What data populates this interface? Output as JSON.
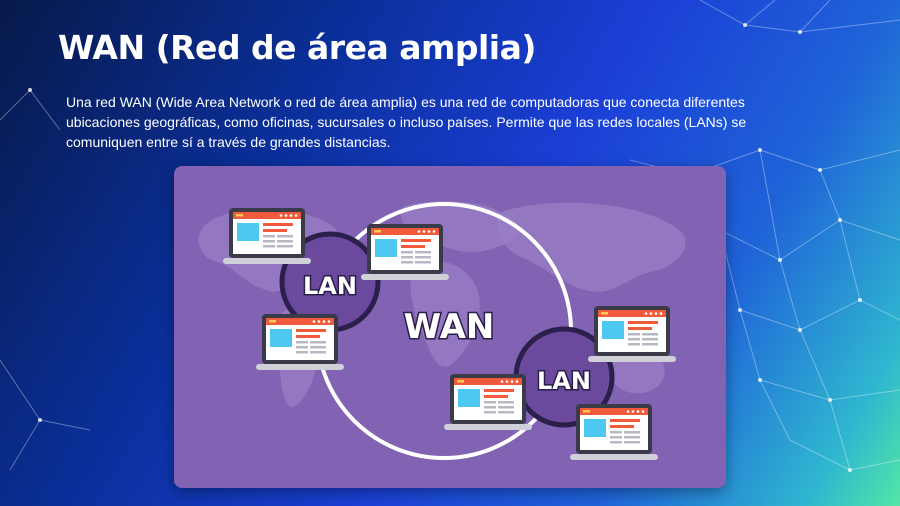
{
  "slide": {
    "title": "WAN (Red de área amplia)",
    "description": "Una red WAN (Wide Area Network o red de área amplia) es una red de computadoras que conecta diferentes ubicaciones geográficas, como oficinas, sucursales o incluso países. Permite que las redes locales (LANs) se comuniquen entre sí a través de grandes distancias."
  },
  "diagram": {
    "wan_label": "WAN",
    "lan_labels": [
      "LAN",
      "LAN"
    ]
  },
  "colors": {
    "panel_bg": "#8263b3",
    "lan_circle": "#6b4a9e",
    "lan_ring": "#2b1f4c",
    "laptop_header": "#f15a3a",
    "laptop_screen": "#4dc8f0"
  },
  "icons": [
    "laptop-icon",
    "world-map",
    "network-lines"
  ]
}
